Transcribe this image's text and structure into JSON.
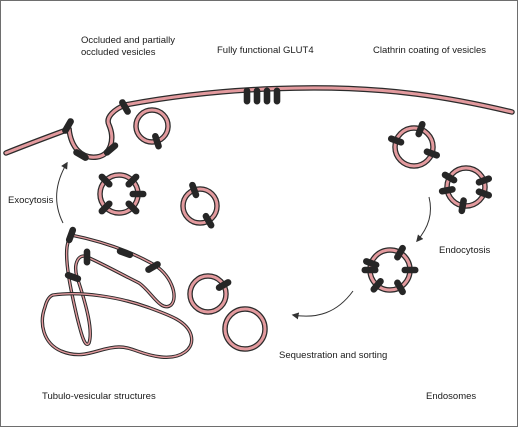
{
  "labels": {
    "occluded": "Occluded and partially\noccluded vesicles",
    "functional": "Fully functional GLUT4",
    "clathrin": "Clathrin coating of vesicles",
    "exocytosis": "Exocytosis",
    "endocytosis": "Endocytosis",
    "sequestration": "Sequestration and sorting",
    "tubulo": "Tubulo-vesicular structures",
    "endosomes": "Endosomes"
  },
  "colors": {
    "membrane_outline": "#2b2b2b",
    "membrane_fill": "#e39a9e",
    "glut4": "#262626",
    "arrow": "#333333"
  }
}
